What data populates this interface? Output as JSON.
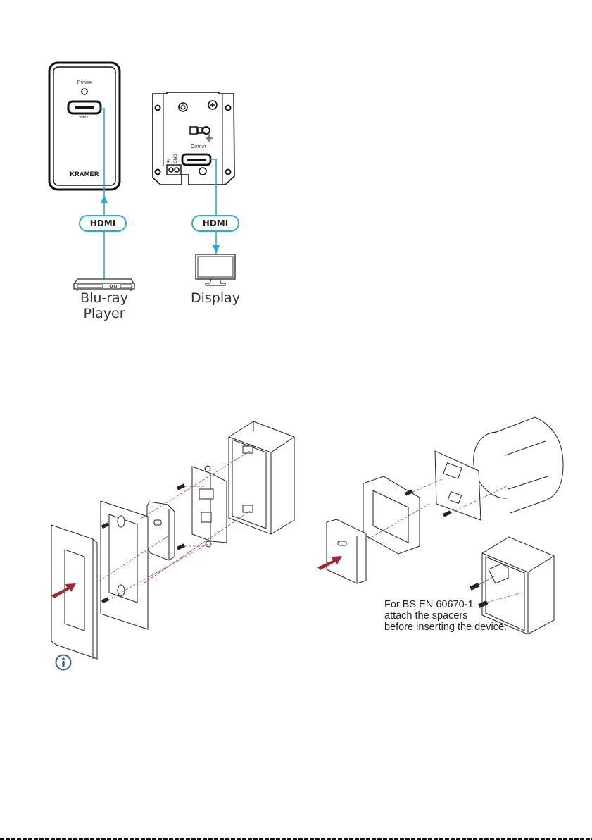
{
  "wiring_diagram": {
    "transmitter": {
      "power_label": "Power",
      "input_label": "Input",
      "brand": "KRAMER"
    },
    "receiver": {
      "output_label": "Output",
      "v_label": "5V",
      "gnd_label": "GND"
    },
    "cable_left": "HDMI",
    "cable_right": "HDMI",
    "source_device": "Blu-ray Player",
    "source_device_lines": [
      "Blu-ray",
      "Player"
    ],
    "sink_device": "Display",
    "cable_color": "#2aa8dc"
  },
  "installation": {
    "arrow_color": "#a8252f",
    "guide_line_color": "#c0394a",
    "note_lines": [
      "For BS EN 60670-1",
      "attach the spacers",
      "before inserting the device."
    ]
  },
  "info_icon": {
    "name": "info-icon",
    "color": "#3b57a0"
  }
}
